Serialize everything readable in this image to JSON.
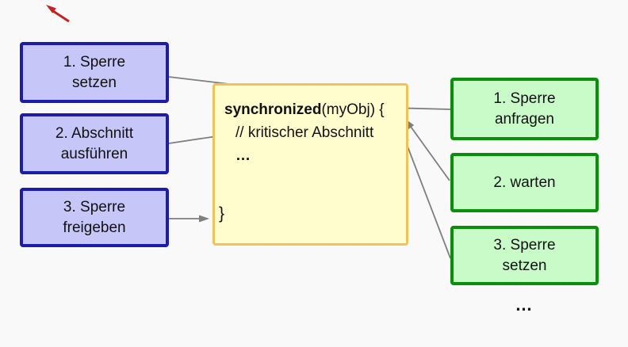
{
  "slide": {
    "topic": "synchronized block locking steps"
  },
  "colors": {
    "page-bg": "#f9f9f9",
    "blue-fill": "#c6c6f8",
    "blue-border": "#1c1ca9",
    "green-fill": "#c9fbc9",
    "green-border": "#0a8f0a",
    "yellow-fill": "#fffcce",
    "yellow-border": "#f2c25a",
    "arrow-gray": "#7f7f7f",
    "arrow-red": "#c32222"
  },
  "left_steps": {
    "items": [
      {
        "lines": [
          "1. Sperre",
          "setzen"
        ]
      },
      {
        "lines": [
          "2. Abschnitt",
          "ausführen"
        ]
      },
      {
        "lines": [
          "3. Sperre",
          "freigeben"
        ]
      }
    ]
  },
  "code_box": {
    "keyword": "synchronized",
    "rest": "(myObj) {",
    "comment": "// kritischer Abschnitt",
    "ellipsis": "…",
    "closing_brace": "}"
  },
  "right_steps": {
    "items": [
      {
        "lines": [
          "1. Sperre",
          "anfragen"
        ]
      },
      {
        "lines": [
          "2. warten"
        ]
      },
      {
        "lines": [
          "3. Sperre",
          "setzen"
        ]
      }
    ],
    "more": "…"
  }
}
